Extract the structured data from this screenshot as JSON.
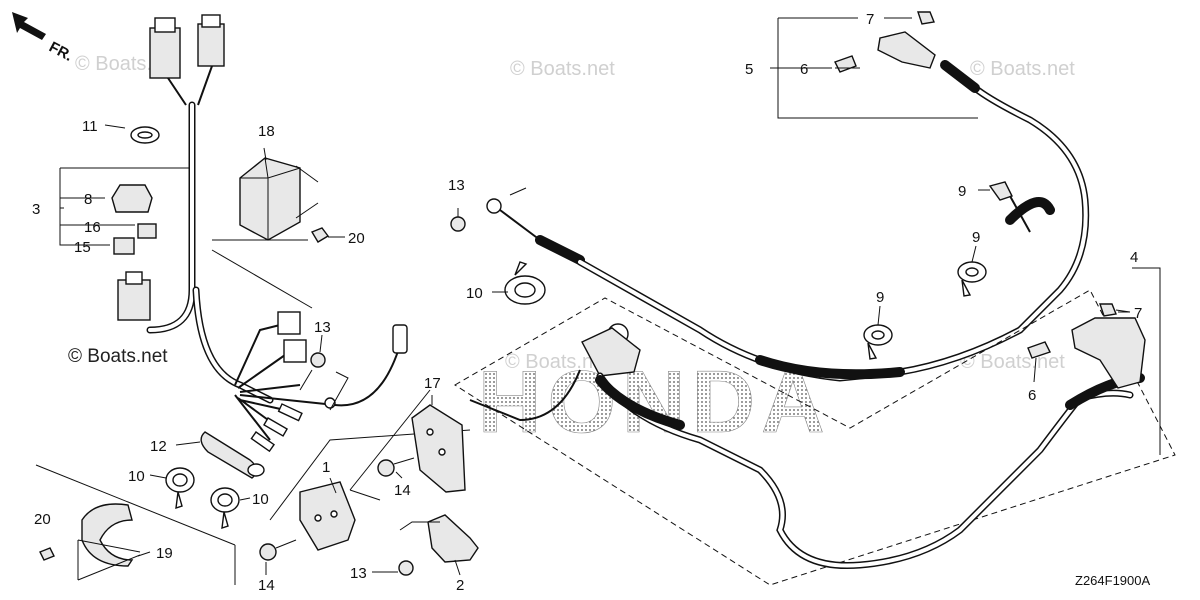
{
  "direction": {
    "label": "FR."
  },
  "watermark": {
    "text": "© Boats.net"
  },
  "logo": {
    "text": "HONDA"
  },
  "diagram_code": "Z264F1900A",
  "callouts": [
    "1",
    "2",
    "3",
    "4",
    "5",
    "6",
    "6",
    "7",
    "7",
    "8",
    "9",
    "9",
    "9",
    "10",
    "10",
    "10",
    "11",
    "12",
    "13",
    "13",
    "13",
    "14",
    "14",
    "15",
    "16",
    "17",
    "18",
    "19",
    "20",
    "20"
  ]
}
